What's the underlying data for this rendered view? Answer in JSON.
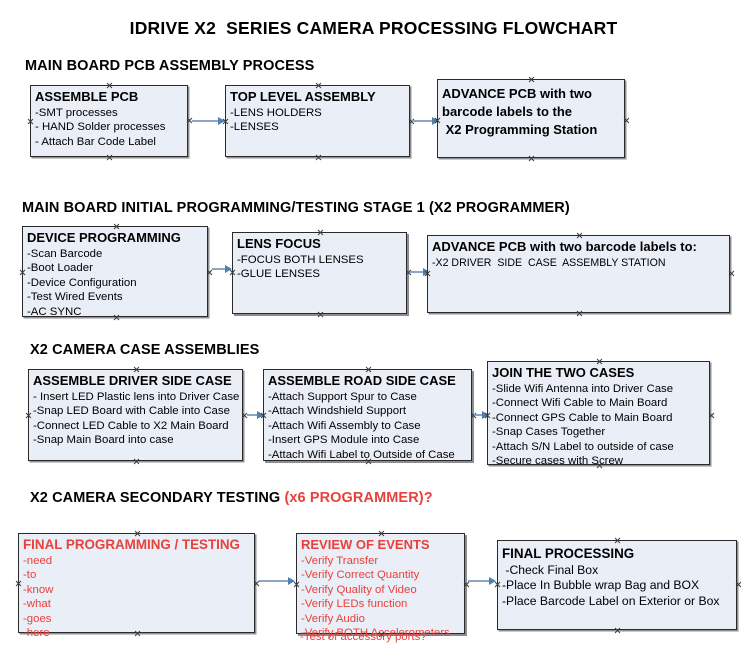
{
  "document": {
    "title": "IDRIVE X2  SERIES CAMERA PROCESSING FLOWCHART",
    "accent_color": "#e8413c",
    "box_fill": "#e9eef7",
    "box_border": "#2a2a2a",
    "connector_color": "#8ba6c4"
  },
  "sections": [
    {
      "id": "main-board-pcb-assembly-process",
      "title": "MAIN BOARD PCB ASSEMBLY PROCESS",
      "boxes": [
        {
          "id": "assemble-pcb",
          "heading": "ASSEMBLE PCB",
          "lines": [
            "-SMT processes",
            "- HAND Solder processes",
            "- Attach Bar Code Label"
          ]
        },
        {
          "id": "top-level-assembly",
          "heading": "TOP LEVEL ASSEMBLY",
          "lines": [
            "-LENS HOLDERS",
            "-LENSES"
          ]
        },
        {
          "id": "advance-pcb-to-x2-programming-station",
          "heading_lines": [
            "ADVANCE PCB with two",
            "barcode labels to the",
            " X2 Programming Station"
          ],
          "lines": []
        }
      ]
    },
    {
      "id": "main-board-initial-programming-testing-stage-1",
      "title": "MAIN BOARD INITIAL PROGRAMMING/TESTING STAGE 1 (X2 PROGRAMMER)",
      "boxes": [
        {
          "id": "device-programming",
          "heading": "DEVICE PROGRAMMING",
          "lines": [
            "-Scan Barcode",
            "-Boot Loader",
            "-Device Configuration",
            "-Test Wired Events",
            "-AC SYNC"
          ]
        },
        {
          "id": "lens-focus",
          "heading": "LENS FOCUS",
          "lines": [
            "-FOCUS BOTH LENSES",
            "-GLUE LENSES"
          ]
        },
        {
          "id": "advance-pcb-to-driver-side-case-assembly-station",
          "heading": "ADVANCE PCB with two barcode labels to:",
          "lines": [
            "-X2 DRIVER  SIDE  CASE  ASSEMBLY STATION"
          ]
        }
      ]
    },
    {
      "id": "x2-camera-case-assemblies",
      "title": "X2 CAMERA CASE ASSEMBLIES",
      "boxes": [
        {
          "id": "assemble-driver-side-case",
          "heading": "ASSEMBLE DRIVER SIDE CASE",
          "lines": [
            "- Insert LED Plastic lens into Driver Case",
            "-Snap LED Board with Cable into Case",
            "-Connect LED Cable to X2 Main Board",
            "-Snap Main Board into case"
          ]
        },
        {
          "id": "assemble-road-side-case",
          "heading": "ASSEMBLE ROAD SIDE CASE",
          "lines": [
            "-Attach Support Spur to Case",
            "-Attach Windshield Support",
            "-Attach Wifi Assembly to Case",
            "-Insert GPS Module into Case",
            "-Attach Wifi Label to Outside of Case"
          ]
        },
        {
          "id": "join-the-two-cases",
          "heading": "JOIN THE TWO CASES",
          "lines": [
            "-Slide Wifi Antenna into Driver Case",
            "-Connect Wifi Cable to Main Board",
            "-Connect GPS Cable to Main Board",
            "-Snap Cases Together",
            "-Attach S/N Label to outside of case",
            "-Secure cases with Screw"
          ]
        }
      ]
    },
    {
      "id": "x2-camera-secondary-testing",
      "title": "X2 CAMERA SECONDARY TESTING ",
      "title_accent": "(x6 PROGRAMMER)?",
      "boxes": [
        {
          "id": "final-programming-testing",
          "heading": "FINAL PROGRAMMING / TESTING",
          "lines": [
            "-need",
            "-to",
            "-know",
            "-what",
            "-goes",
            "-here"
          ]
        },
        {
          "id": "review-of-events",
          "heading": "REVIEW OF EVENTS",
          "lines": [
            "-Verify Transfer",
            "-Verify Correct Quantity",
            "-Verify Quality of Video",
            "-Verify LEDs function",
            "-Verify Audio",
            "-Verify BOTH Accelerometers"
          ],
          "overflow_line": "-Test of accessory ports?"
        },
        {
          "id": "final-processing",
          "heading": "FINAL PROCESSING",
          "lines": [
            " -Check Final Box",
            "-Place In Bubble wrap Bag and BOX",
            "-Place Barcode Label on Exterior or Box"
          ]
        }
      ]
    }
  ]
}
